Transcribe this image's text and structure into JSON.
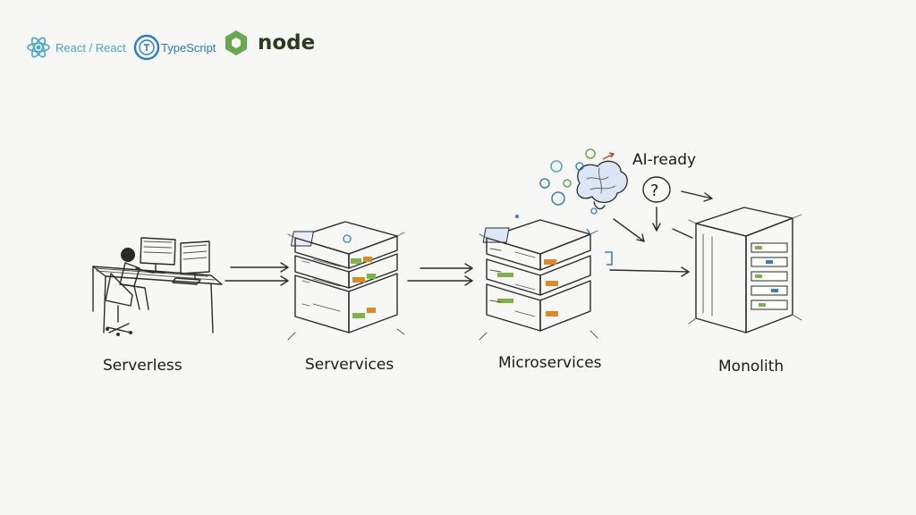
{
  "logos": {
    "react_text": "React / React",
    "typescript_text": "TypeScript",
    "node_text": "node"
  },
  "nodes": {
    "serverless": "Serverless",
    "servervices": "Servervices",
    "microservices": "Microservices",
    "monolith": "Monolith"
  },
  "annotation": {
    "ai_ready": "AI-ready",
    "question_mark": "?"
  },
  "colors": {
    "react": "#4aa6c9",
    "typescript": "#2a7cc0",
    "node_green": "#6aa84f",
    "node_dark": "#2d3a1f",
    "server_green": "#7fb24a",
    "server_orange": "#d98a2b",
    "brain_blue": "#3a7fc1"
  }
}
